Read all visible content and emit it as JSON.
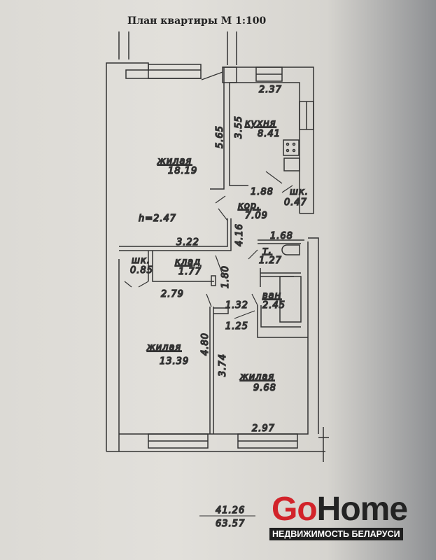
{
  "title": "План квартиры М 1:100",
  "rooms": {
    "living_large": {
      "name": "жилая",
      "area": "18.19"
    },
    "kitchen": {
      "name": "кухня",
      "area": "8.41"
    },
    "corridor": {
      "name": "кор.",
      "area": "7.09"
    },
    "closet_kitchen": {
      "name": "шк.",
      "area": "0.47"
    },
    "closet_left": {
      "name": "шк.",
      "area": "0.85"
    },
    "storage": {
      "name": "клад",
      "area": "1.77"
    },
    "toilet": {
      "name": "т.",
      "area": "1.27"
    },
    "bathroom": {
      "name": "ван",
      "area": "2.45"
    },
    "living_left": {
      "name": "жилая",
      "area": "13.39"
    },
    "living_right": {
      "name": "жилая",
      "area": "9.68"
    }
  },
  "dimensions": {
    "kitchen_width": "2.37",
    "kitchen_length": "3.55",
    "living_large_length": "5.65",
    "corridor_width": "1.88",
    "ceiling_height": "h=2.47",
    "living_large_width": "3.22",
    "corridor_length": "4.16",
    "toilet_width": "1.68",
    "storage_side": "1.80",
    "living_left_width": "2.79",
    "hall_width": "1.32",
    "hall_length": "1.25",
    "living_left_length": "4.80",
    "living_right_length": "3.74",
    "living_right_width": "2.97"
  },
  "totals": {
    "living_area": "41.26",
    "total_area": "63.57"
  },
  "logo": {
    "part1": "Go",
    "part2": "Home",
    "tagline": "НЕДВИЖИМОСТЬ БЕЛАРУСИ"
  }
}
